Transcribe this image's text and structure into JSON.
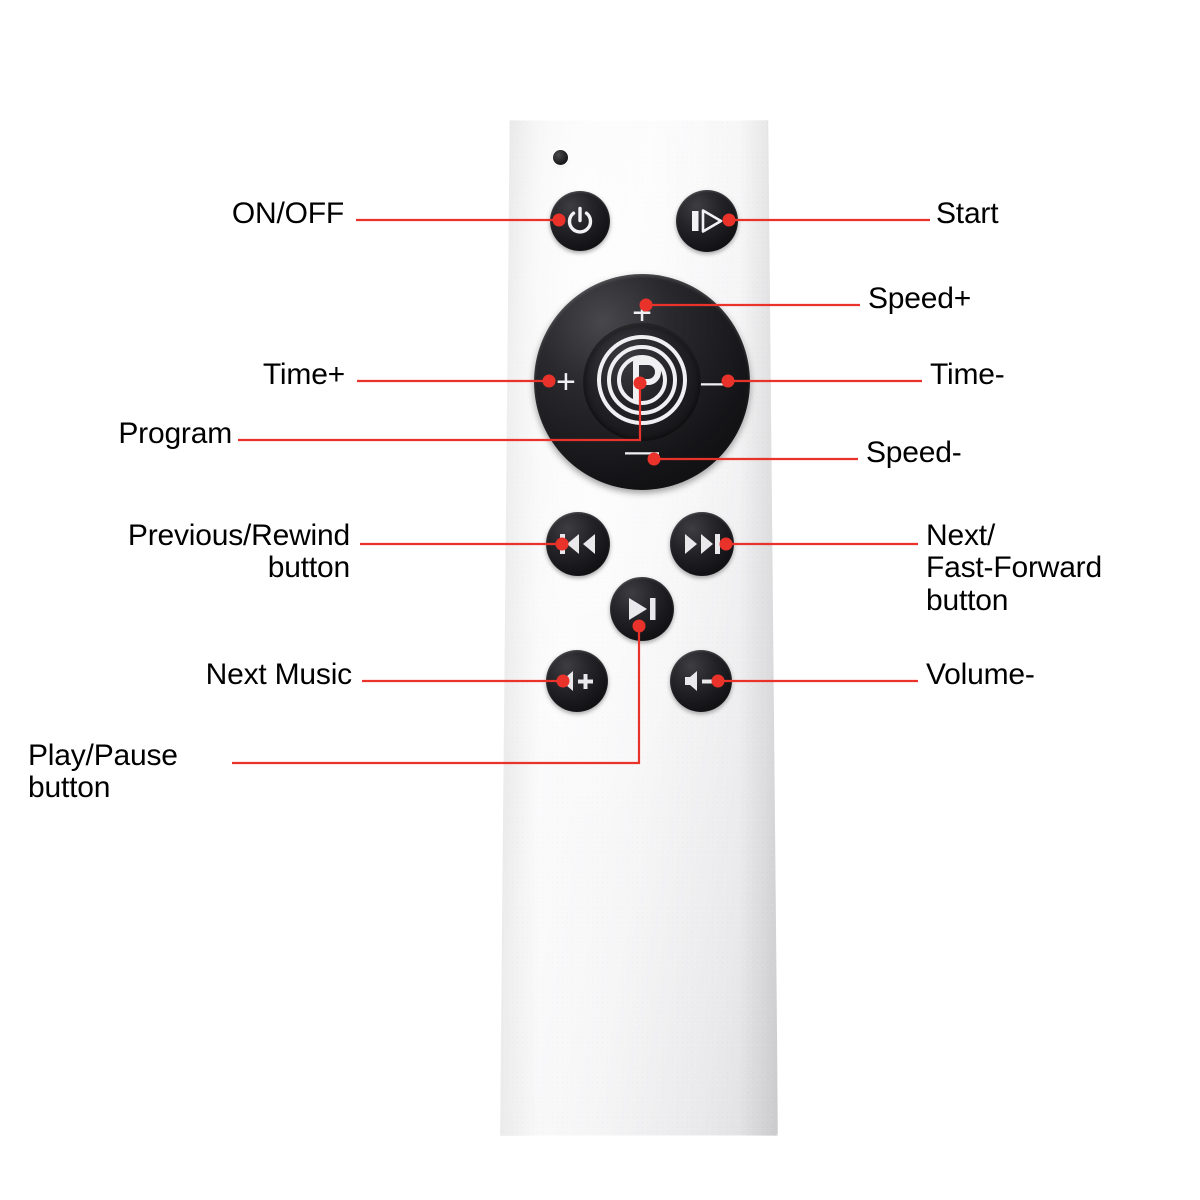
{
  "accent_color": "#e8322a",
  "body_color": "#f2f2f3",
  "button_color": "#1a1a1d",
  "device": {
    "type": "remote-control",
    "ir_led": "ir-led-indicator"
  },
  "callouts": {
    "on_off": "ON/OFF",
    "start": "Start",
    "speed_plus": "Speed+",
    "time_plus": "Time+",
    "time_minus": "Time-",
    "program": "Program",
    "speed_minus": "Speed-",
    "previous_rewind": "Previous/Rewind\nbutton",
    "next_fast_forward": "Next/\nFast-Forward\nbutton",
    "next_music": "Next Music",
    "volume_minus": "Volume-",
    "play_pause": "Play/Pause\nbutton"
  },
  "dial": {
    "top_sign": "+",
    "left_sign": "+",
    "right_sign": "—",
    "bottom_sign": "—",
    "center_logo": "P"
  },
  "buttons": [
    {
      "id": "power",
      "icon": "power-icon",
      "label": "ON/OFF"
    },
    {
      "id": "start",
      "icon": "start-icon",
      "label": "Start"
    },
    {
      "id": "speed-up",
      "icon": "plus-icon",
      "label": "Speed+"
    },
    {
      "id": "time-up",
      "icon": "plus-icon",
      "label": "Time+"
    },
    {
      "id": "time-down",
      "icon": "minus-icon",
      "label": "Time-"
    },
    {
      "id": "speed-down",
      "icon": "minus-icon",
      "label": "Speed-"
    },
    {
      "id": "program",
      "icon": "program-p-icon",
      "label": "Program"
    },
    {
      "id": "previous",
      "icon": "previous-icon",
      "label": "Previous/Rewind button"
    },
    {
      "id": "next",
      "icon": "next-icon",
      "label": "Next/Fast-Forward button"
    },
    {
      "id": "play-pause",
      "icon": "play-pause-icon",
      "label": "Play/Pause button"
    },
    {
      "id": "volume-up",
      "icon": "volume-up-icon",
      "label": "Next Music"
    },
    {
      "id": "volume-down",
      "icon": "volume-down-icon",
      "label": "Volume-"
    }
  ]
}
